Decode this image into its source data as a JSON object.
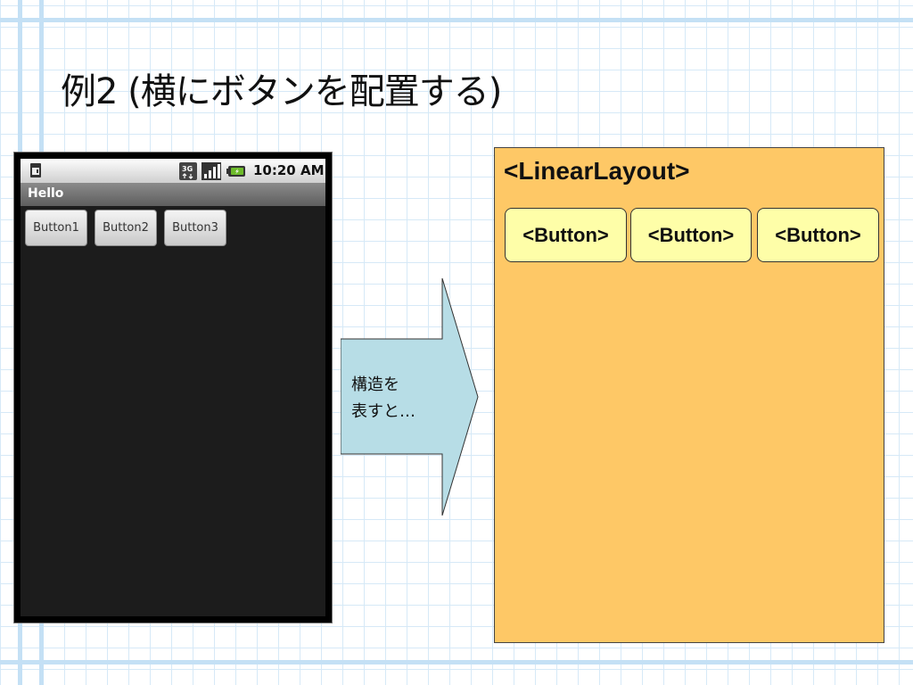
{
  "slide": {
    "title": "例2 (横にボタンを配置する)"
  },
  "phone": {
    "status_bar": {
      "network_type": "3G",
      "clock": "10:20 AM"
    },
    "app_title": "Hello",
    "buttons": [
      {
        "label": "Button1"
      },
      {
        "label": "Button2"
      },
      {
        "label": "Button3"
      }
    ]
  },
  "arrow": {
    "line1": "構造を",
    "line2": "表すと…",
    "color": "#b7dde6"
  },
  "structure": {
    "container_label": "<LinearLayout>",
    "container_color": "#fec866",
    "child_color": "#fefea8",
    "children": [
      {
        "label": "<Button>"
      },
      {
        "label": "<Button>"
      },
      {
        "label": "<Button>"
      }
    ]
  }
}
